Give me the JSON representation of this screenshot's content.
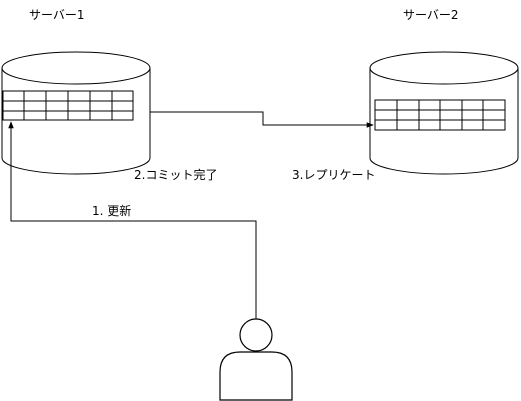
{
  "diagram": {
    "servers": [
      {
        "label": "サーバー1"
      },
      {
        "label": "サーバー2"
      }
    ],
    "steps": {
      "update": "1. 更新",
      "commit": "2.コミット完了",
      "replicate": "3.レプリケート"
    },
    "colors": {
      "stroke": "#000000",
      "fill": "#ffffff"
    }
  }
}
